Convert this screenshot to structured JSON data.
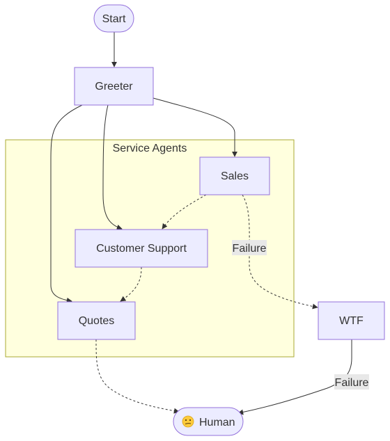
{
  "cluster": {
    "label": "Service Agents"
  },
  "nodes": {
    "start": "Start",
    "greeter": "Greeter",
    "sales": "Sales",
    "customer_support": "Customer Support",
    "quotes": "Quotes",
    "wtf": "WTF",
    "human": "Human"
  },
  "edge_labels": {
    "sales_to_wtf": "Failure",
    "wtf_to_human": "Failure"
  },
  "colors": {
    "node_fill": "#ececff",
    "node_stroke": "#9370db",
    "cluster_fill": "#ffffde",
    "cluster_stroke": "#aaaa33",
    "edge": "#333333"
  }
}
